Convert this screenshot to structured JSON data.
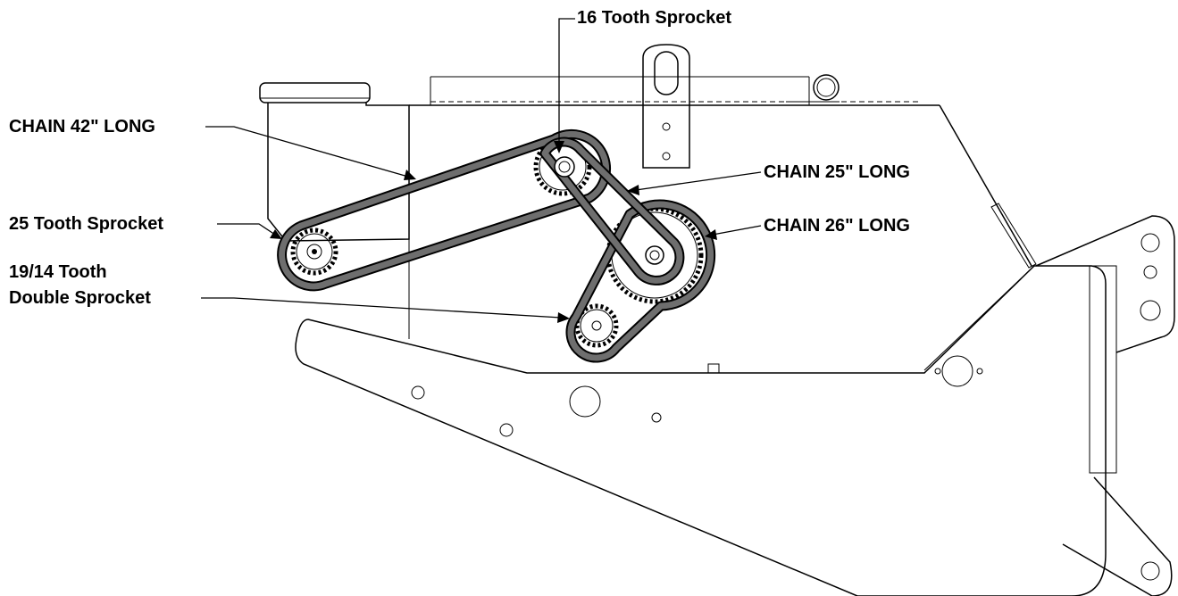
{
  "labels": {
    "sprocket_16": "16 Tooth Sprocket",
    "chain_42": "CHAIN 42\" LONG",
    "chain_25": "CHAIN 25\" LONG",
    "sprocket_25": "25 Tooth Sprocket",
    "chain_26": "CHAIN 26\" LONG",
    "double_sprocket_line1": "19/14 Tooth",
    "double_sprocket_line2": "Double Sprocket"
  },
  "colors": {
    "line": "#000000",
    "chain_fill": "#6e6e6e",
    "background": "#ffffff"
  }
}
